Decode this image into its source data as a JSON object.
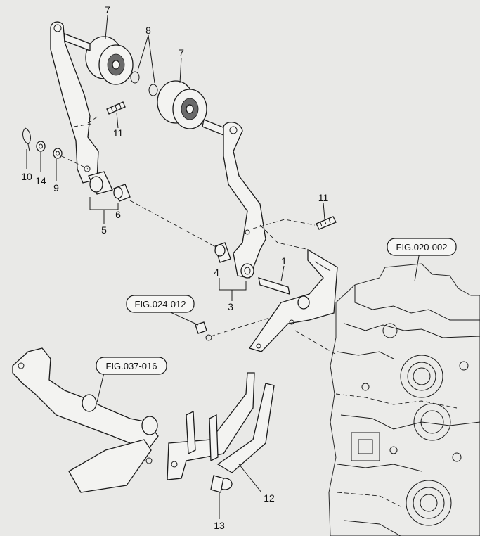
{
  "callouts": {
    "n1": "1",
    "n3": "3",
    "n4": "4",
    "n5": "5",
    "n6": "6",
    "n7a": "7",
    "n7b": "7",
    "n8": "8",
    "n9": "9",
    "n10": "10",
    "n11a": "11",
    "n11b": "11",
    "n12": "12",
    "n13": "13",
    "n14": "14"
  },
  "references": {
    "fig020": "FIG.020-002",
    "fig024": "FIG.024-012",
    "fig037": "FIG.037-016"
  }
}
